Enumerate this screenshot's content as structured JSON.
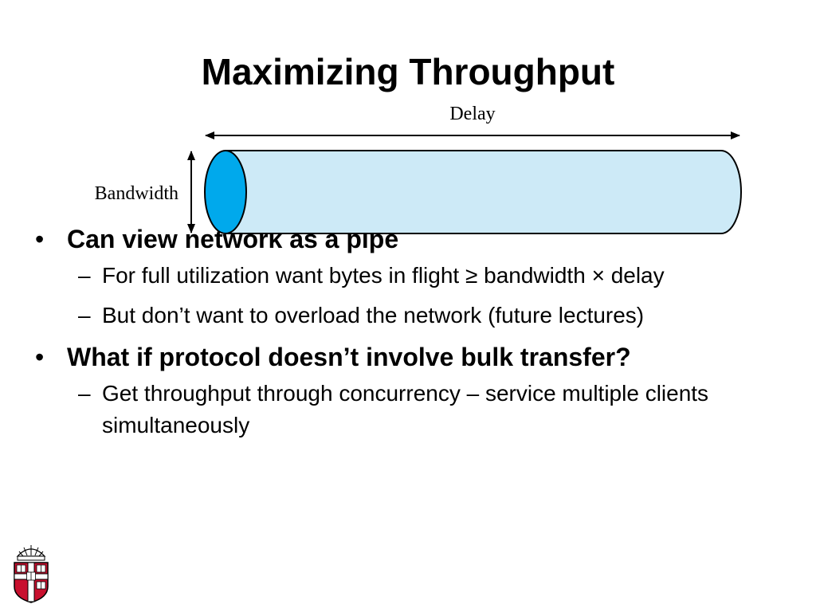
{
  "slide": {
    "title": "Maximizing Throughput"
  },
  "diagram": {
    "delay_label": "Delay",
    "bandwidth_label": "Bandwidth",
    "pipe_fill": "#cdeaf7",
    "pipe_end_fill": "#00a9ec",
    "stroke": "#000000"
  },
  "bullets": [
    {
      "marker": "•",
      "text": "Can view network as a pipe",
      "sub": [
        {
          "marker": "–",
          "text": "For full utilization want bytes in flight ≥ bandwidth × delay"
        },
        {
          "marker": "–",
          "text": "But don’t want to overload the network (future lectures)"
        }
      ]
    },
    {
      "marker": "•",
      "text": "What if protocol doesn’t involve bulk transfer?",
      "sub": [
        {
          "marker": "–",
          "text": "Get throughput through concurrency – service multiple clients simultaneously"
        }
      ]
    }
  ],
  "logo": {
    "icon": "university-shield-logo",
    "shield_color": "#c8102e"
  }
}
